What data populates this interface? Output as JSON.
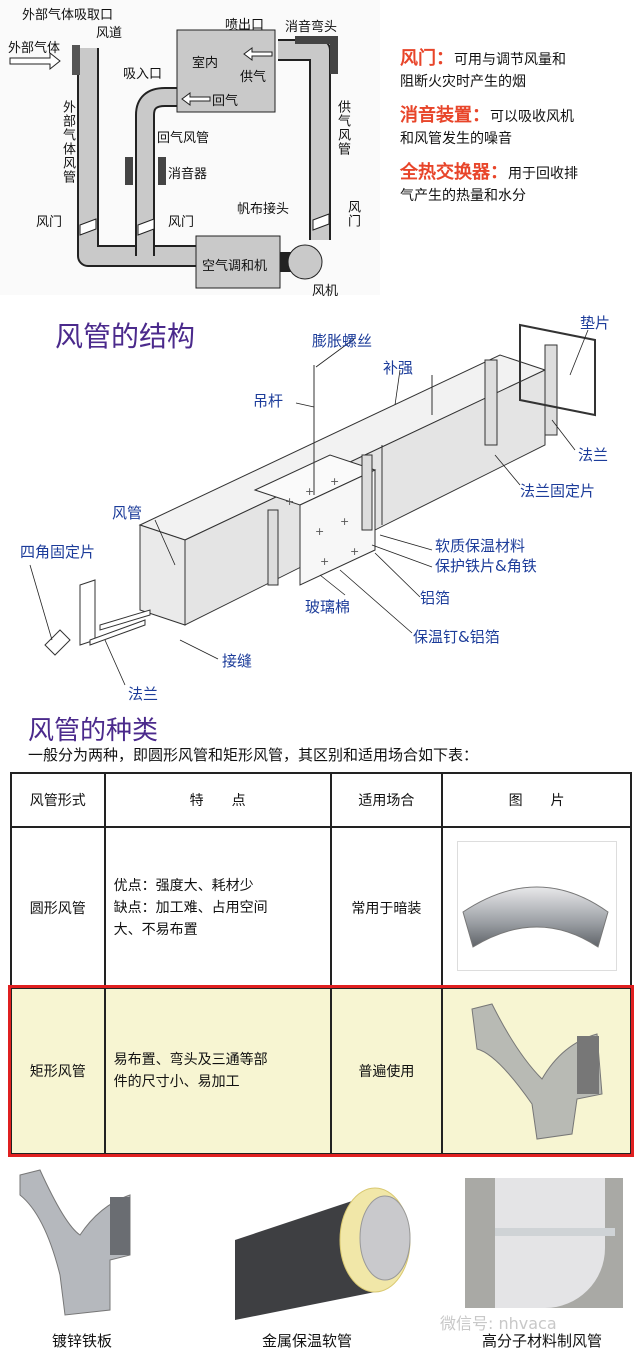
{
  "system_diagram": {
    "labels": {
      "outside_intake": "外部气体吸取口",
      "air_path": "风道",
      "outside_air": "外部气体",
      "intake": "吸入口",
      "outlet": "喷出口",
      "silencer_elbow": "消音弯头",
      "indoor": "室内",
      "supply_air": "供气",
      "return_air": "回气",
      "outside_duct": "外部气体风管",
      "return_duct": "回气风管",
      "silencer": "消音器",
      "supply_duct": "供气风管",
      "canvas_joint": "帆布接头",
      "damper": "风门",
      "ahu": "空气调和机",
      "fan": "风机"
    }
  },
  "notes": [
    {
      "term": "风门：",
      "text1": "可用与调节风量和",
      "text2": "阻断火灾时产生的烟"
    },
    {
      "term": "消音装置：",
      "text1": "可以吸收风机",
      "text2": "和风管发生的噪音"
    },
    {
      "term": "全热交换器：",
      "text1": "用于回收排",
      "text2": "气产生的热量和水分"
    }
  ],
  "structure": {
    "title": "风管的结构",
    "labels": {
      "expansion_bolt": "膨胀螺丝",
      "reinforce": "补强",
      "gasket": "垫片",
      "hanger": "吊杆",
      "flange": "法兰",
      "flange_clip": "法兰固定片",
      "duct": "风管",
      "soft_insulation": "软质保温材料",
      "protect_iron": "保护铁片&角铁",
      "corner_clip": "四角固定片",
      "foil": "铝箔",
      "glass_wool": "玻璃棉",
      "pin_foil": "保温钉&铝箔",
      "seam": "接缝",
      "flange2": "法兰"
    }
  },
  "types": {
    "title": "风管的种类",
    "subtitle": "一般分为两种，即圆形风管和矩形风管，其区别和适用场合如下表：",
    "headers": [
      "风管形式",
      "特　　点",
      "适用场合",
      "图　　片"
    ],
    "rows": [
      {
        "form": "圆形风管",
        "features": [
          "优点：强度大、耗材少",
          "缺点：加工难、占用空间",
          "大、不易布置"
        ],
        "usage": "常用于暗装"
      },
      {
        "form": "矩形风管",
        "features": [
          "易布置、弯头及三通等部",
          "件的尺寸小、易加工"
        ],
        "usage": "普遍使用"
      }
    ],
    "highlight_color": "#e02020"
  },
  "materials": [
    {
      "caption": "镀锌铁板"
    },
    {
      "caption": "金属保温软管"
    },
    {
      "caption": "高分子材料制风管"
    }
  ],
  "watermark": "微信号: nhvaca"
}
